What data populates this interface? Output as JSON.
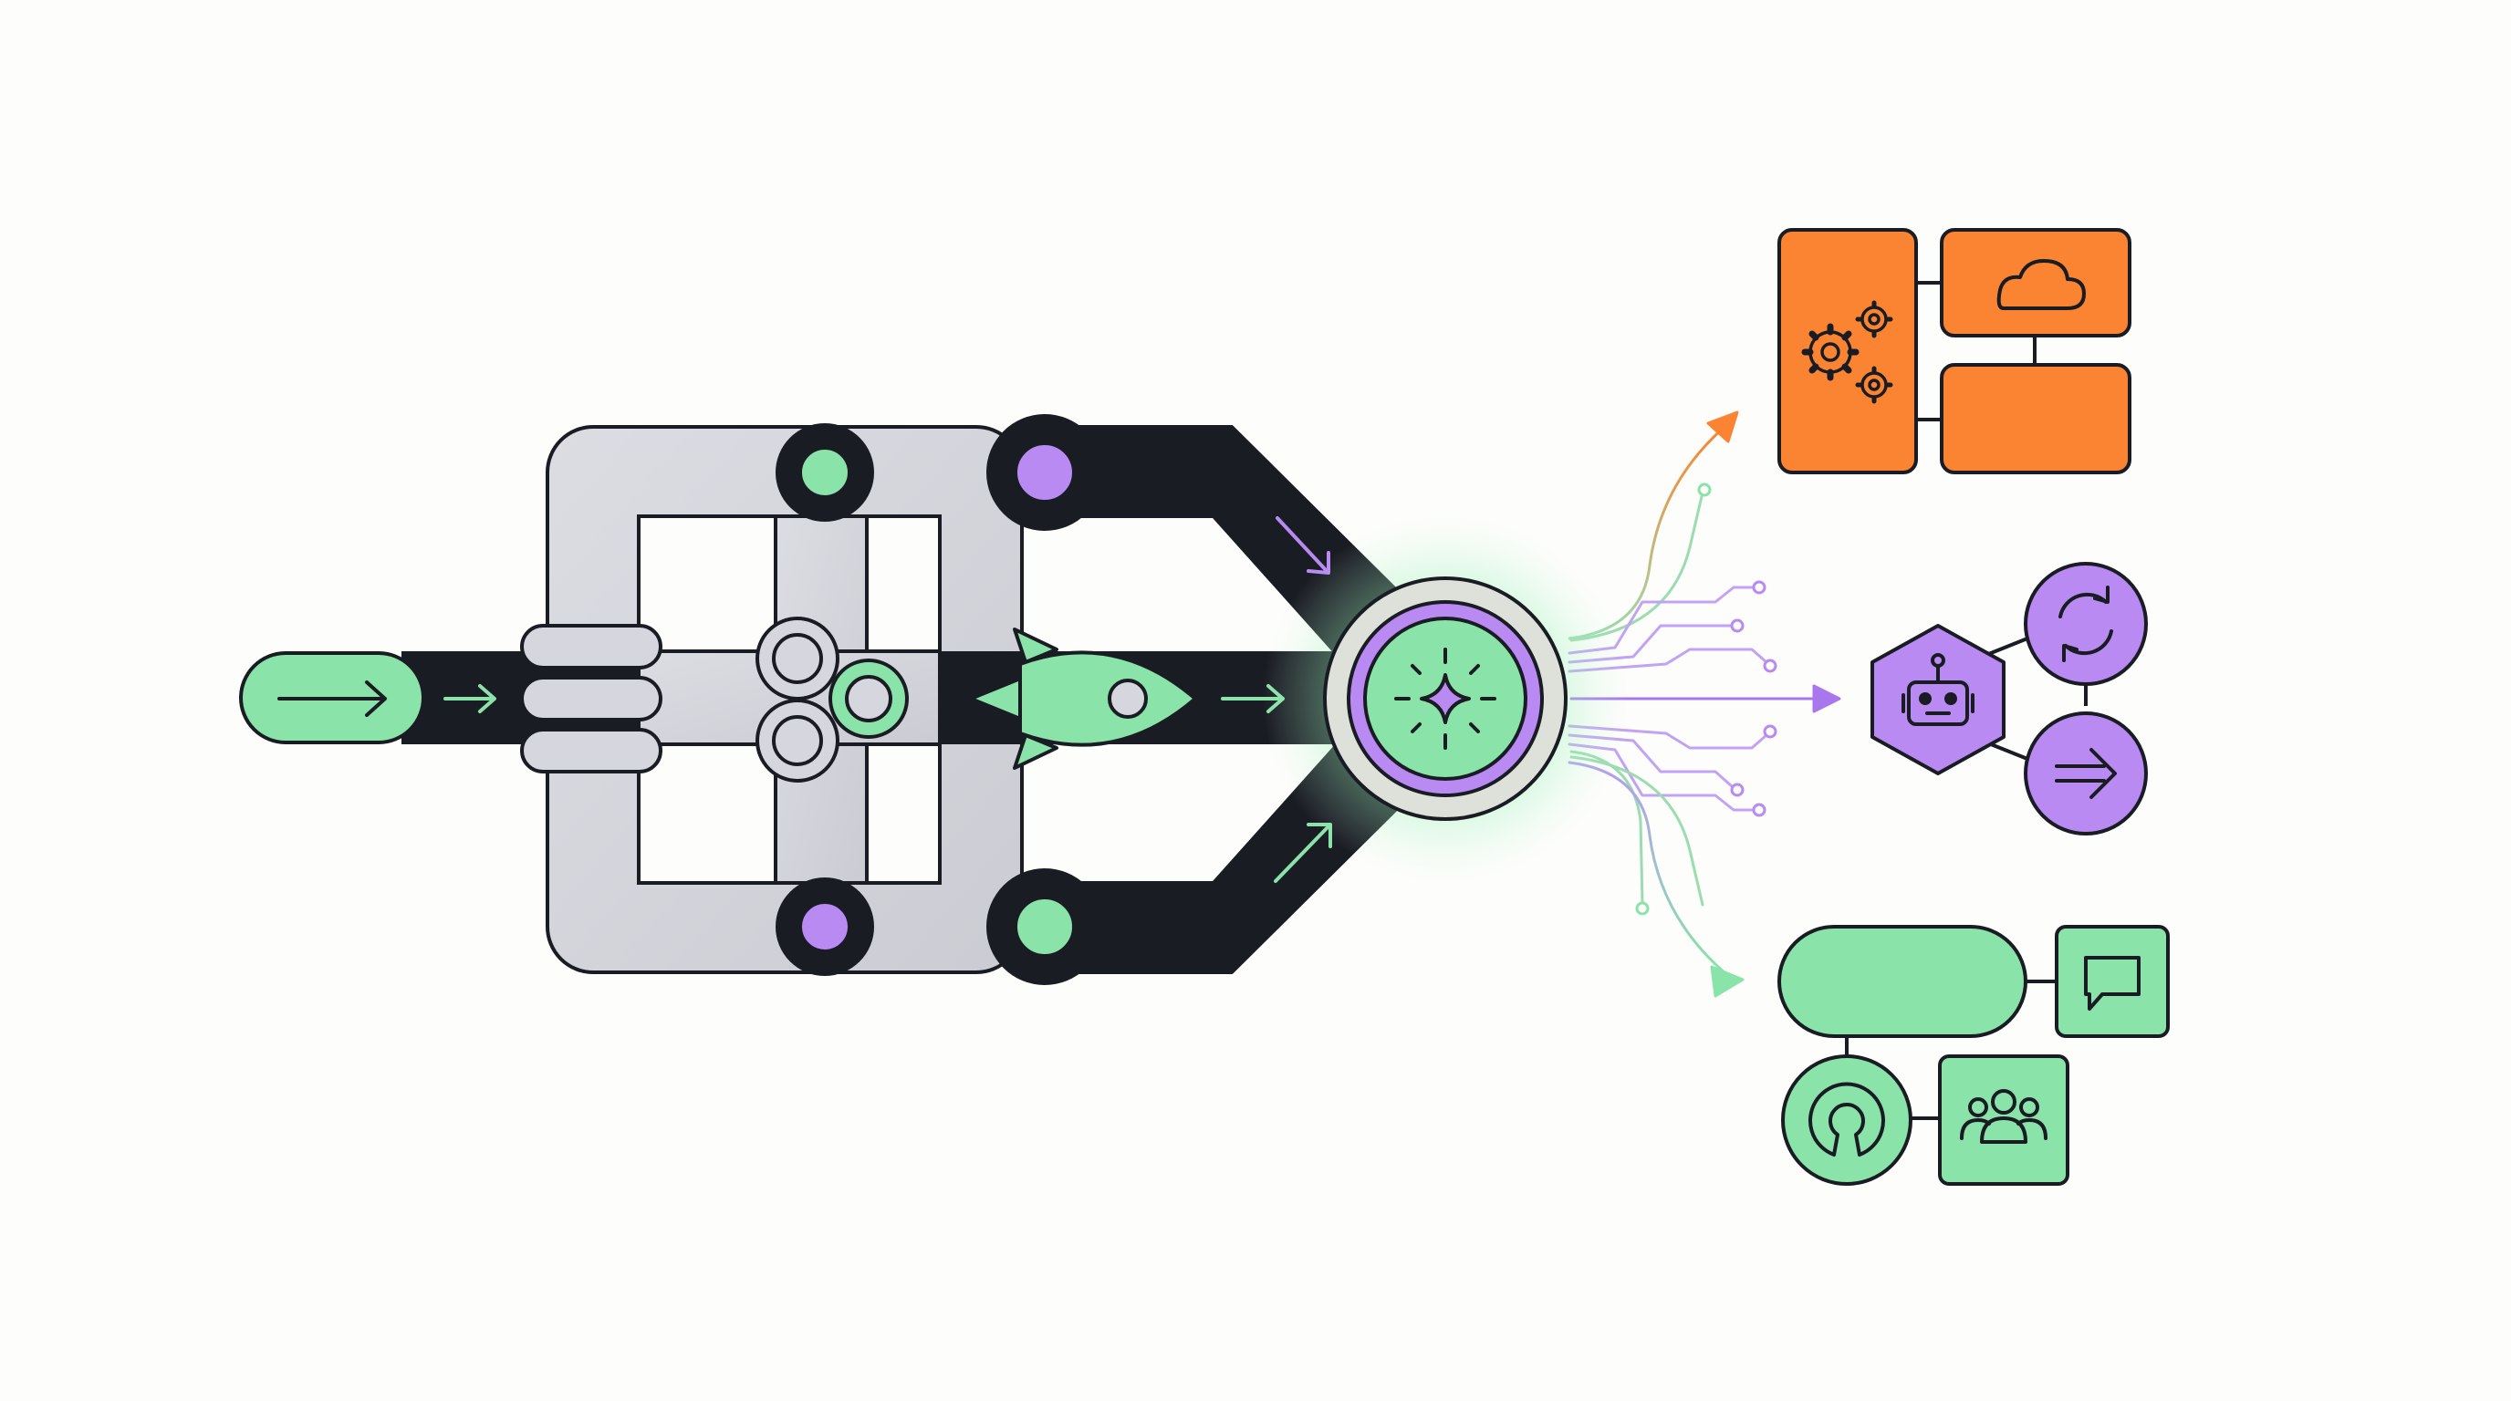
{
  "diagram": {
    "colors": {
      "background": "#fdfdfb",
      "ink": "#1a1c24",
      "pipe_gray": "#d2d3da",
      "green": "#8ae3a8",
      "purple": "#b88af2",
      "purple_line": "#a877ee",
      "orange": "#fa8432",
      "glow": "#74ee9c"
    },
    "nodes": {
      "input": {
        "icon": "arrow-right-icon"
      },
      "fork": {
        "icon": "triple-coupler-icon"
      },
      "mixer": {
        "icon": "gear-circles-icon"
      },
      "rocket": {
        "icon": "rocket-icon"
      },
      "hub": {
        "icon": "sparkle-icon"
      }
    },
    "outputs": {
      "top": {
        "color": "orange",
        "icons": [
          "gears-icon",
          "cloud-icon"
        ]
      },
      "middle": {
        "color": "purple",
        "icons": [
          "robot-icon",
          "refresh-icon",
          "arrow-right-icon"
        ]
      },
      "bottom": {
        "color": "green",
        "icons": [
          "chat-bubble-icon",
          "open-source-icon",
          "team-icon"
        ]
      }
    }
  }
}
